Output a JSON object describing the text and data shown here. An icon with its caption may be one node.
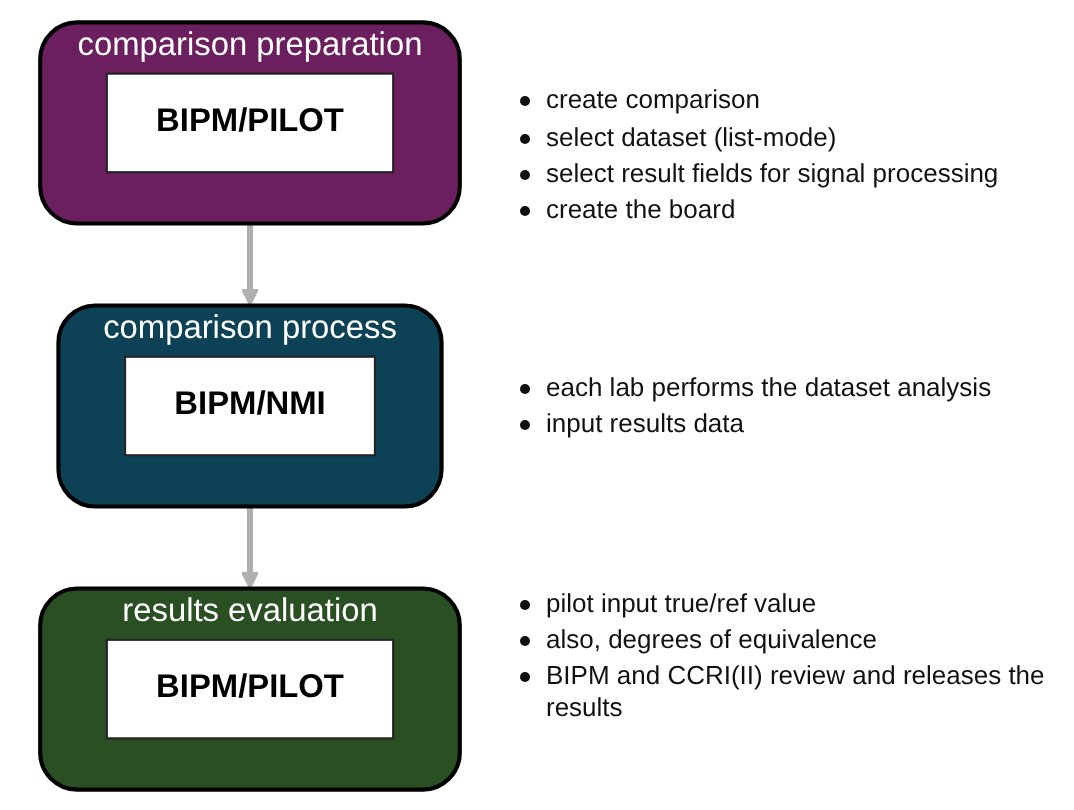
{
  "diagram": {
    "nodes": [
      {
        "text": [
          "comparison preparation"
        ],
        "beside": [
          "create comparison",
          "select dataset (list-mode)",
          "select result fields for signal processing",
          "create the board"
        ]
      },
      {
        "text": [
          "BIPM/PILOT"
        ],
        "in": 0
      },
      {
        "text": [
          "comparison process"
        ],
        "beside": [
          "each lab performs the dataset analysis",
          "input results data"
        ]
      },
      {
        "text": [
          "BIPM/NMI"
        ],
        "in": 2
      },
      {
        "text": [
          "results evaluation"
        ],
        "beside": [
          "pilot input true/ref value",
          "also, degrees of equivalence",
          "BIPM and CCRI(II) review and releases the results"
        ]
      },
      {
        "text": [
          "BIPM/PILOT"
        ],
        "in": 4
      }
    ],
    "edges": [
      {
        "from": 0,
        "to": 2,
        "arrow": "to"
      },
      {
        "from": 2,
        "to": 4,
        "arrow": "to"
      }
    ]
  }
}
